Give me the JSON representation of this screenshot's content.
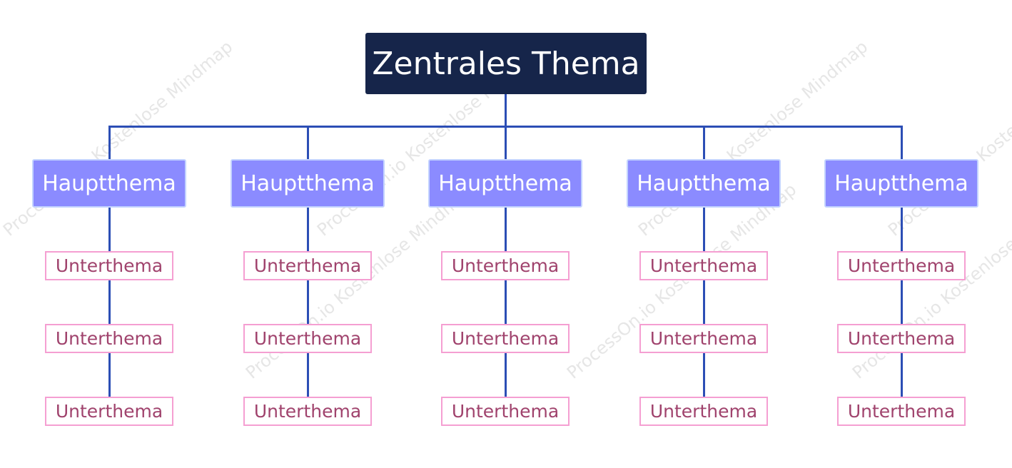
{
  "central": {
    "label": "Zentrales Thema"
  },
  "branches": [
    {
      "label": "Hauptthema",
      "subtopics": [
        "Unterthema",
        "Unterthema",
        "Unterthema"
      ]
    },
    {
      "label": "Hauptthema",
      "subtopics": [
        "Unterthema",
        "Unterthema",
        "Unterthema"
      ]
    },
    {
      "label": "Hauptthema",
      "subtopics": [
        "Unterthema",
        "Unterthema",
        "Unterthema"
      ]
    },
    {
      "label": "Hauptthema",
      "subtopics": [
        "Unterthema",
        "Unterthema",
        "Unterthema"
      ]
    },
    {
      "label": "Hauptthema",
      "subtopics": [
        "Unterthema",
        "Unterthema",
        "Unterthema"
      ]
    }
  ],
  "watermark": {
    "text": "ProcessOn.io Kostenlose Mindmap"
  },
  "colors": {
    "central_bg": "#16254a",
    "main_bg": "#8b8bff",
    "main_border": "#c3d3ff",
    "sub_border": "#f59fd2",
    "sub_text": "#a0436d",
    "connector": "#2c4eb5"
  }
}
